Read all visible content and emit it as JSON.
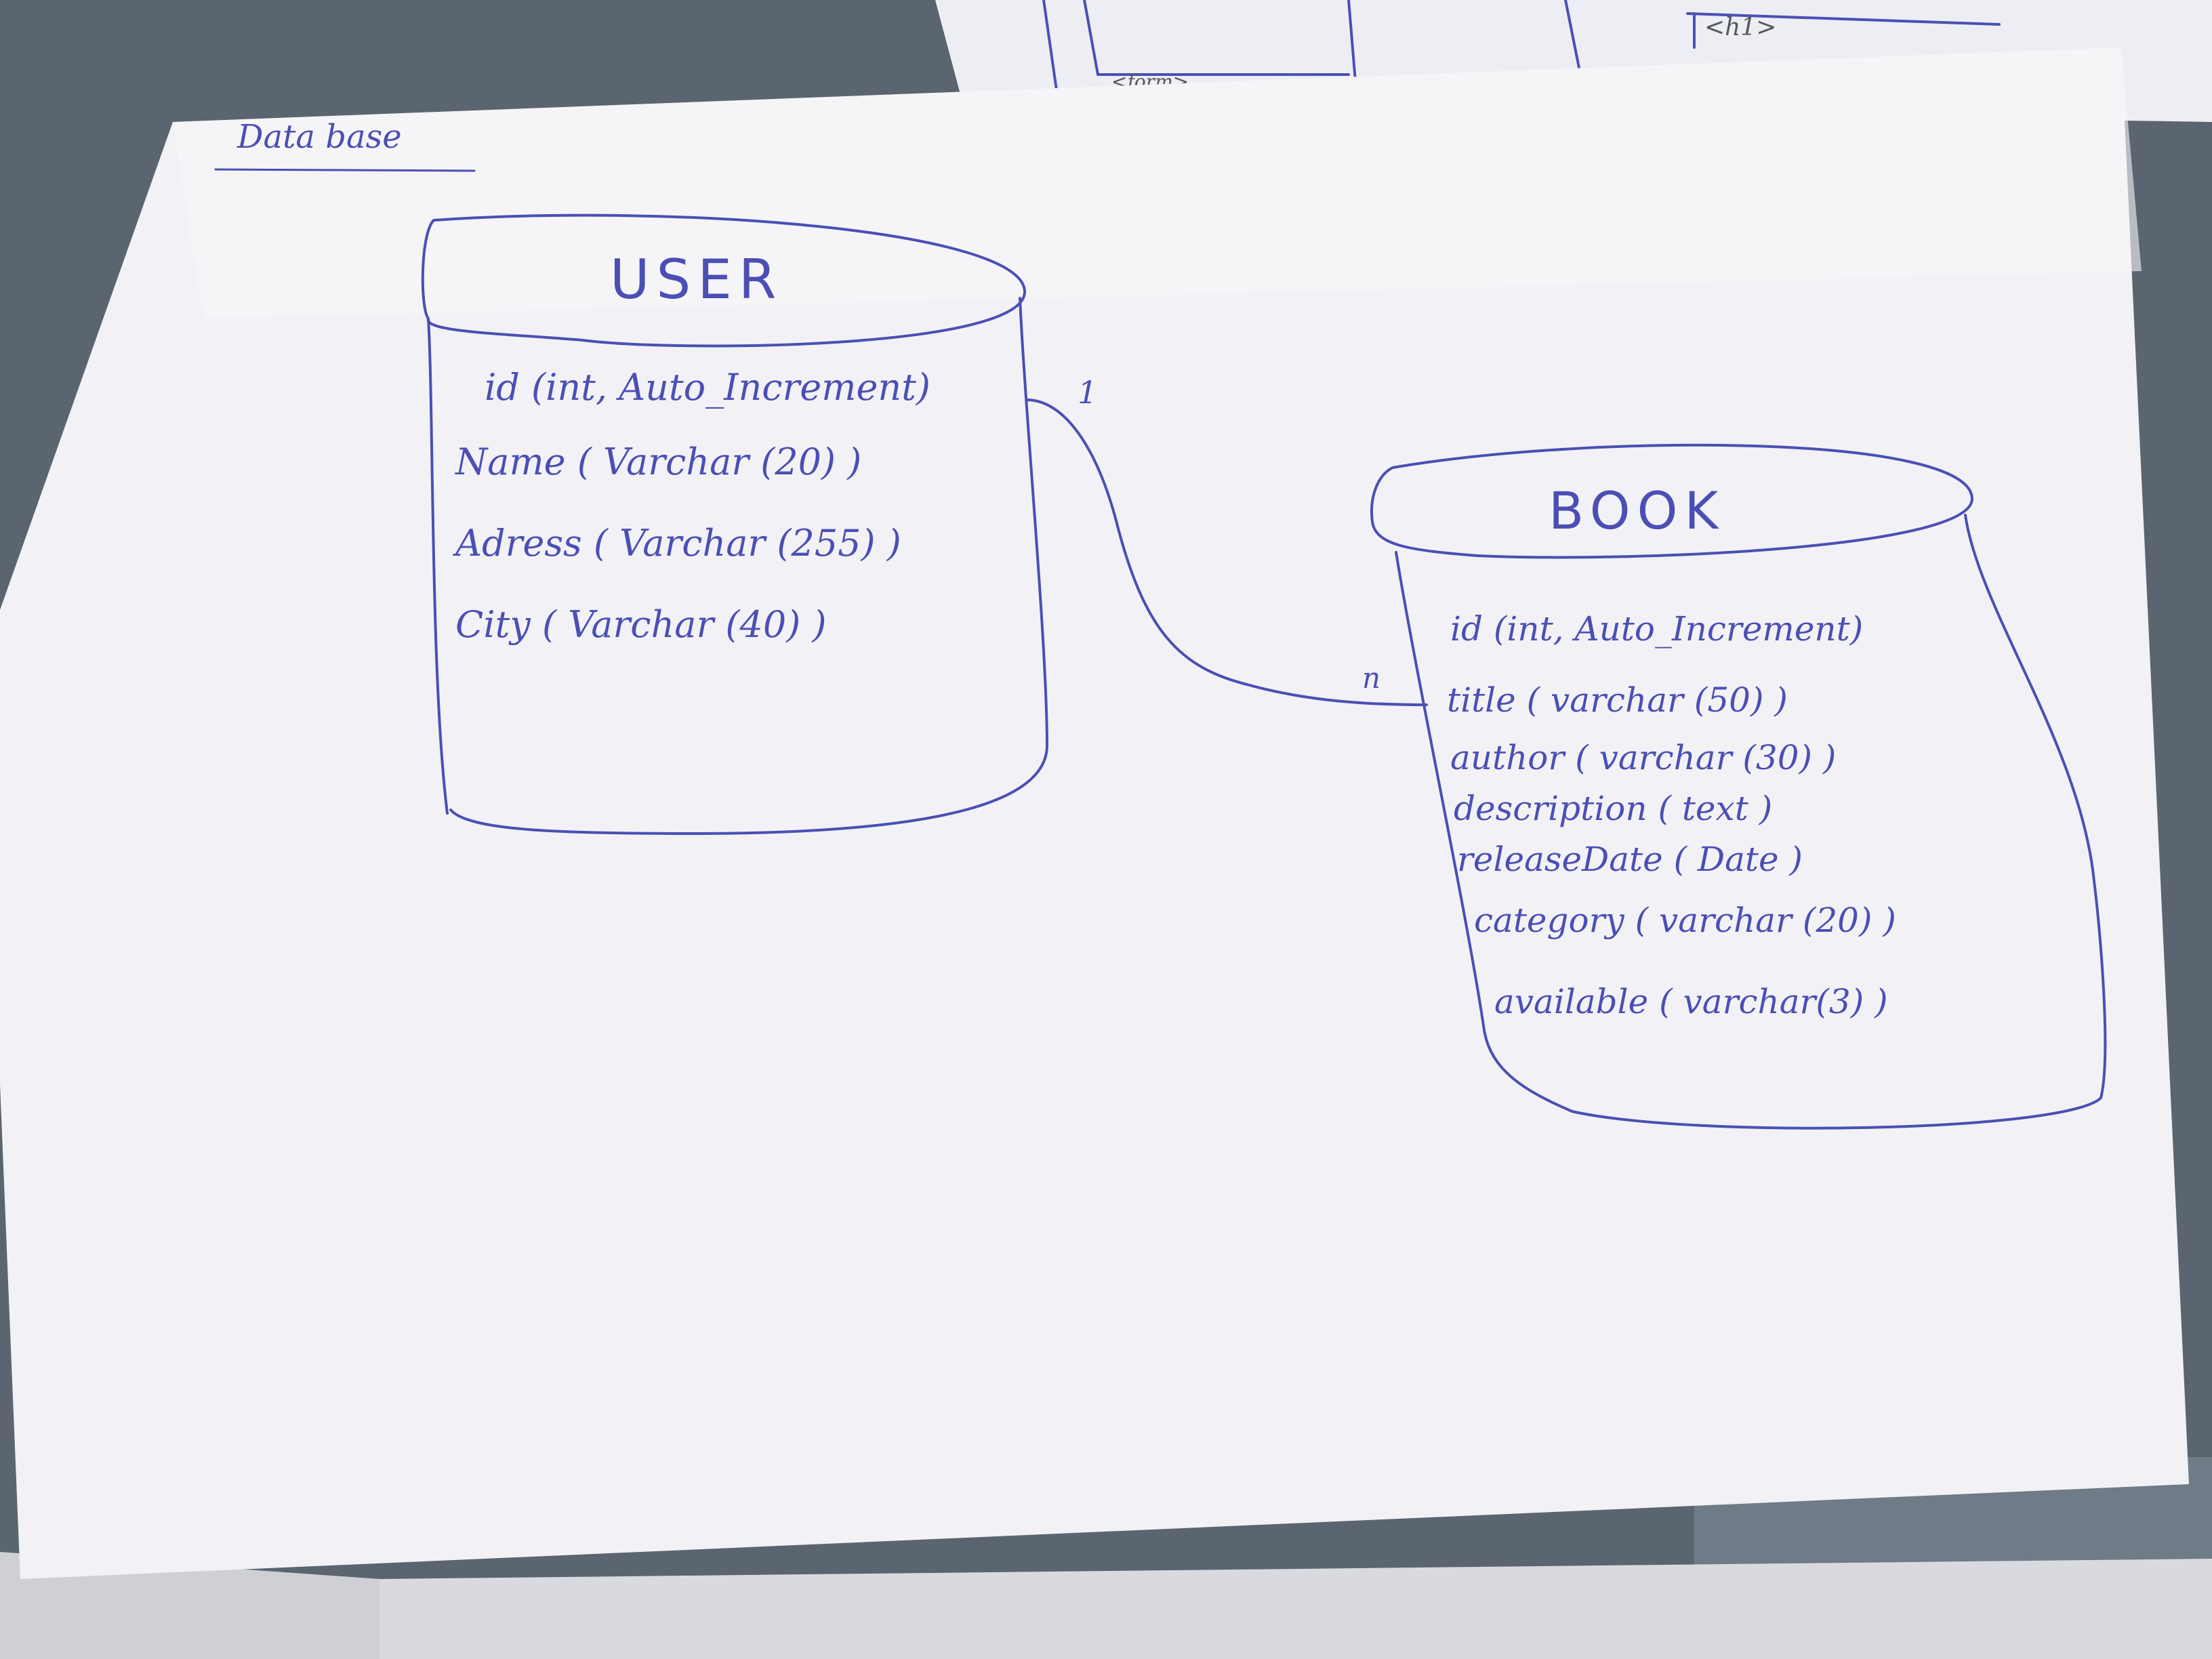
{
  "sheet": {
    "title": "Data base"
  },
  "background_sheet": {
    "tags": [
      "<h1>",
      "<form>"
    ]
  },
  "entities": {
    "user": {
      "name": "USER",
      "fields": [
        "id (int, Auto_Increment)",
        "Name ( Varchar (20) )",
        "Adress ( Varchar (255) )",
        "City ( Varchar (40) )"
      ]
    },
    "book": {
      "name": "BOOK",
      "fields": [
        "id (int, Auto_Increment)",
        "title ( varchar (50) )",
        "author ( varchar (30) )",
        "description ( text )",
        "releaseDate ( Date )",
        "category ( varchar (20) )",
        "available ( varchar(3) )"
      ]
    }
  },
  "relation": {
    "user_side": "1",
    "book_side": "n"
  },
  "colors": {
    "ink": "#4b4fb4",
    "paper": "#f4f4f8",
    "desk": "#5c6670"
  }
}
